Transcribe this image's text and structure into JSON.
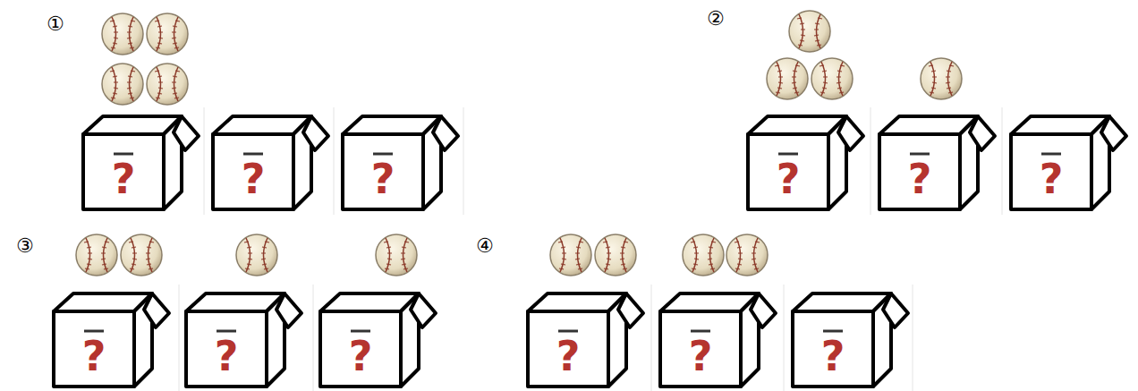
{
  "diagram": {
    "nodes": [
      {
        "text": [
          "?"
        ]
      },
      {
        "text": [
          "?"
        ]
      },
      {
        "text": [
          "?"
        ]
      },
      {
        "text": [
          "?"
        ]
      },
      {
        "text": [
          "?"
        ]
      },
      {
        "text": [
          "?"
        ]
      },
      {
        "text": [
          "?"
        ]
      },
      {
        "text": [
          "?"
        ]
      },
      {
        "text": [
          "?"
        ]
      },
      {
        "text": [
          "?"
        ]
      },
      {
        "text": [
          "?"
        ]
      },
      {
        "text": [
          "?"
        ]
      }
    ],
    "labels": [
      "①",
      "②",
      "③",
      "④"
    ]
  }
}
